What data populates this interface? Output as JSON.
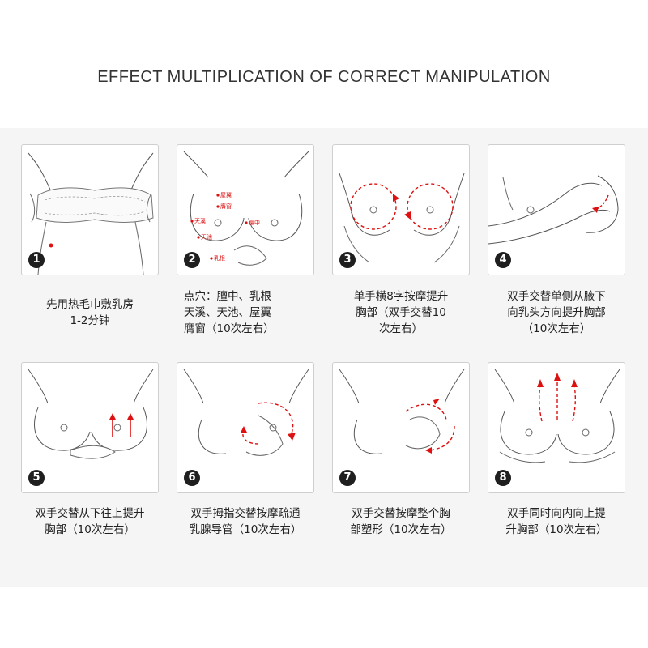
{
  "title": "EFFECT MULTIPLICATION OF CORRECT MANIPULATION",
  "acupoints": {
    "p1": "屋翼",
    "p2": "膺窗",
    "p3": "天溪",
    "p4": "膻中",
    "p5": "天池",
    "p6": "乳根"
  },
  "steps": [
    {
      "number": "1",
      "caption": "先用热毛巾敷乳房\n1-2分钟"
    },
    {
      "number": "2",
      "caption": "点穴：膻中、乳根\n天溪、天池、屋翼\n膺窗（10次左右）"
    },
    {
      "number": "3",
      "caption": "单手横8字按摩提升\n胸部（双手交替10\n次左右）"
    },
    {
      "number": "4",
      "caption": "双手交替单侧从腋下\n向乳头方向提升胸部\n（10次左右）"
    },
    {
      "number": "5",
      "caption": "双手交替从下往上提升\n胸部（10次左右）"
    },
    {
      "number": "6",
      "caption": "双手拇指交替按摩疏通\n乳腺导管（10次左右）"
    },
    {
      "number": "7",
      "caption": "双手交替按摩整个胸\n部塑形（10次左右）"
    },
    {
      "number": "8",
      "caption": "双手同时向内向上提\n升胸部（10次左右）"
    }
  ]
}
